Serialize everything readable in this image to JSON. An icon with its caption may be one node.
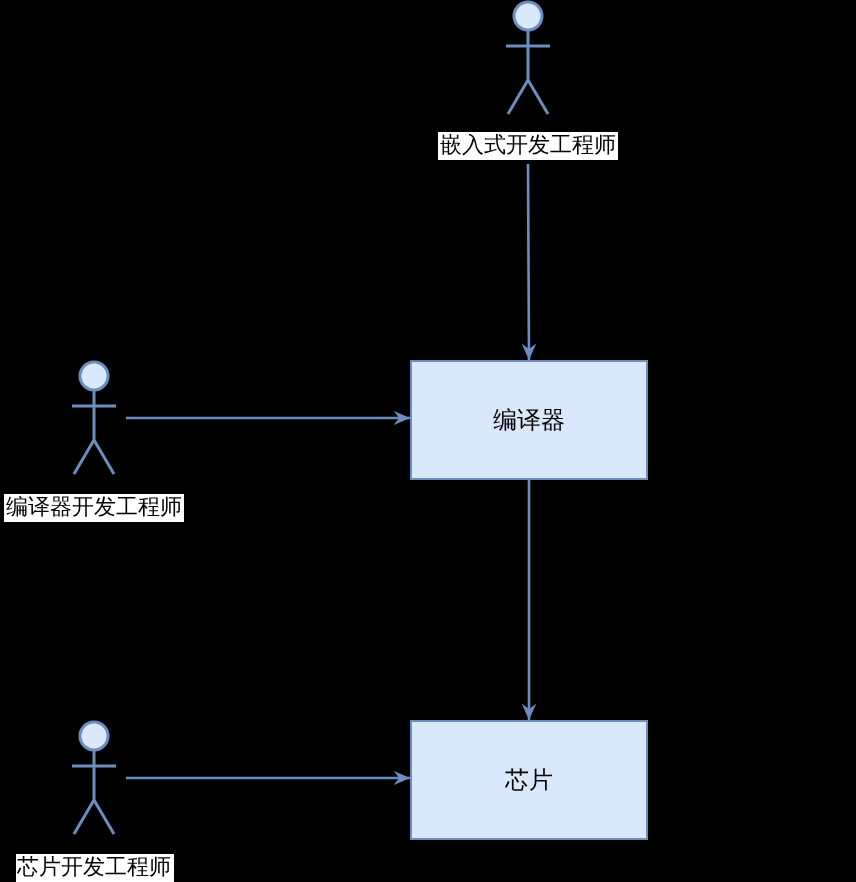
{
  "diagram": {
    "nodes": [
      {
        "text": [],
        "shape": "person",
        "beside": [
          "嵌入式开发工程师"
        ]
      },
      {
        "text": [
          "编译器"
        ]
      },
      {
        "text": [],
        "shape": "person",
        "beside": [
          "编译器开发工程师"
        ]
      },
      {
        "text": [
          "芯片"
        ]
      },
      {
        "text": [],
        "shape": "person",
        "beside": [
          "芯片开发工程师"
        ]
      }
    ],
    "edges": [
      {
        "from": 0,
        "to": 1,
        "arrow": "to"
      },
      {
        "from": 2,
        "to": 1,
        "arrow": "to"
      },
      {
        "from": 1,
        "to": 3,
        "arrow": "to"
      },
      {
        "from": 4,
        "to": 3,
        "arrow": "to"
      }
    ]
  }
}
